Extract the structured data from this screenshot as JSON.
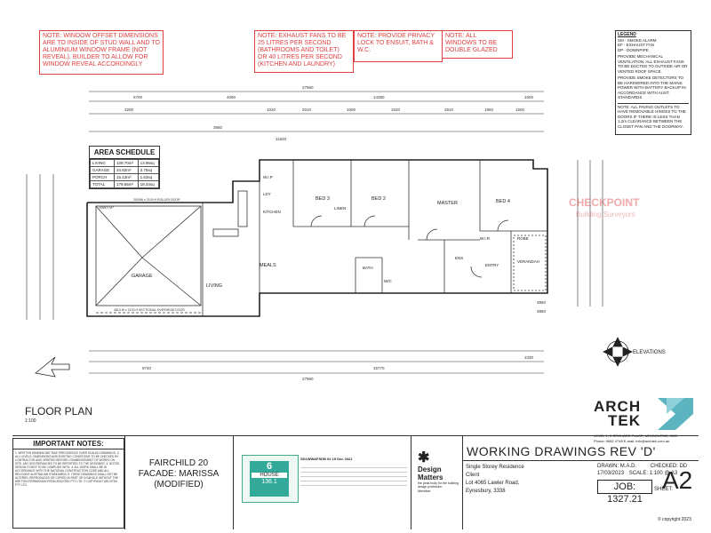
{
  "notes_top": {
    "window_offset": "NOTE: WINDOW OFFSET DIMENSIONS ARE TO INSIDE OF STUD WALL AND TO ALUMINIUM WINDOW FRAME (NOT REVEAL). BUILDER TO ALLOW FOR WINDOW REVEAL ACCORDINGLY",
    "exhaust": "NOTE: EXHAUST FANS TO BE 25 LITRES PER SECOND (BATHROOMS AND TOILET) OR 40 LITRES PER SECOND (KITCHEN AND LAUNDRY)",
    "privacy": "NOTE: PROVIDE PRIVACY LOCK TO ENSUIT, BATH & W.C.",
    "glazed": "NOTE: ALL WINDOWS TO BE DOUBLE GLAZED"
  },
  "legend": {
    "title": "LEGEND",
    "items": [
      "SM - SMOKE ALARM",
      "EF - EXHAUST FAN",
      "DP - DOWNPIPE",
      "PROVIDE MECHANICAL VENTILATION. ALL EXHAUST FANS TO BE DUCTED TO OUTSIDE AIR OR VENTED ROOF SPACE.",
      "PROVIDE SMOKE DETECTORS TO BE HARDWIRED INTO THE MAINS POWER WITH BATTERY BACKUP IN ACCORDANCE WITH AUST. STANDARDS"
    ],
    "note": "NOTE: ALL PAVING OUTLETS TO HAVE REMOVABLE HINGES TO THE DOORS IF THERE IS LESS THAN 1.2m CLEARANCE BETWEEN THE CLOSET PAN AND THE DOORWAY."
  },
  "area_schedule": {
    "title": "AREA SCHEDULE",
    "rows": [
      {
        "label": "LIVING",
        "m2": "129.70m²",
        "sq": "13.96sq"
      },
      {
        "label": "GARAGE",
        "m2": "34.82m²",
        "sq": "3.75sq"
      },
      {
        "label": "PORCH",
        "m2": "15.13m²",
        "sq": "1.63sq"
      },
      {
        "label": "TOTAL",
        "m2": "179.65m²",
        "sq": "19.34sq"
      }
    ]
  },
  "rooms": {
    "bed3": "BED 3",
    "bed2": "BED 2",
    "master": "MASTER",
    "bed4": "BED 4",
    "kitchen": "KITCHEN",
    "meals": "MEALS",
    "living": "LIVING",
    "garage": "GARAGE",
    "bath": "BATH",
    "ens": "ENS",
    "entry": "ENTRY",
    "verandah": "VERANDAH",
    "robe": "ROBE",
    "wir": "W.I.R",
    "linen": "LINEN",
    "wc": "W/C",
    "wip": "W.I.P",
    "ldy": "LDY"
  },
  "dims": {
    "overall_top": "27960",
    "top_a": "5700",
    "top_b": "4080",
    "top_c": "14380",
    "top_d": "1600",
    "top_row2": [
      "3200",
      "3950",
      "1020",
      "2010",
      "1600",
      "1520",
      "2810",
      "1950",
      "1600"
    ],
    "sub": "11620",
    "bottom_a": "9740",
    "bottom_b": "15770",
    "bottom_c": "2330",
    "overall_bottom": "27960",
    "right_a": "3860",
    "right_b": "3880"
  },
  "labels": {
    "rwtap": "RWTAP",
    "garage_door": "4810 W x 2100 H SECTIONAL OVERHEAD DOOR",
    "roller": "2000W x 2100 H ROLLER DOOR",
    "elevations": "ELEVATIONS",
    "floor_plan": "FLOOR PLAN",
    "floor_scale": "1:100"
  },
  "important_notes": {
    "title": "IMPORTANT NOTES:",
    "body": "1. WRITTEN DIMENSIONS TAKE PRECEDENCE OVER SCALED DRAWINGS. 2. ALL LEVELS, DIMENSIONS AND EXISTING CONDITIONS TO BE CHECKED BY CONTRACTOR AND VERIFIED BEFORE COMMENCEMENT OF WORKS ON SITE. ANY DISCREPANCIES TO BE REPORTED TO THE DESIGNER. 3. NOTED DESIGN CODES TO BE COMPLIED WITH. 4. ALL WORK SHALL BE IN ACCORDANCE WITH THE NATIONAL CONSTRUCTION CODE AND ALL RELEVANT AUSTRALIAN STANDARDS. 5. THESE DRAWINGS SHALL NOT BE ALTERED, REPRODUCED OR COPIED IN PART OR IN WHOLE WITHOUT THE WRITTEN PERMISSION FROM ARCHTEK PTY LTD. © COPYRIGHT ARCHTEK PTY LTD"
  },
  "title_block": {
    "model": "FAIRCHILD 20",
    "facade": "FACADE: MARISSA",
    "modified": "(MODIFIED)",
    "rating_stars": "6",
    "rating_value": "136.1",
    "house_label": "HOUSE",
    "cert_title": "SD1WWAFSDB 02 15 Dec 2021",
    "design_matters": "Design Matters",
    "dm_sub": "the peak body for the building design profession",
    "dm_member": "Member",
    "working": "WORKING DRAWINGS REV 'D'",
    "project": "Single Storey Residence",
    "client": "Client",
    "address1": "Lot 4065 Lawler Road,",
    "address2": "Eynesbury, 3338",
    "drawn": "DRAWN: M.A.D.",
    "checked": "CHECKED: DD",
    "date": "17/03/2023",
    "scale": "SCALE: 1:100 @ A3",
    "job": "JOB: 1327.21",
    "sheet": "SHEET:",
    "sheet_no": "A2",
    "copyright": "© copyright 2023",
    "company_l1": "ARCH",
    "company_l2": "TEK",
    "company_addr": "LEVEL 1, 2 ORCHARD PLACE, MELBOURNE, 3000",
    "company_contact": "Phone: 9682 4748 E-mail: info@archtek.com.au",
    "watermark": "CHECKPOINT",
    "watermark_sub": "Building Surveyors"
  },
  "colors": {
    "note_red": "#e04040",
    "logo_teal": "#3fa7b5",
    "watermark": "#d44"
  }
}
